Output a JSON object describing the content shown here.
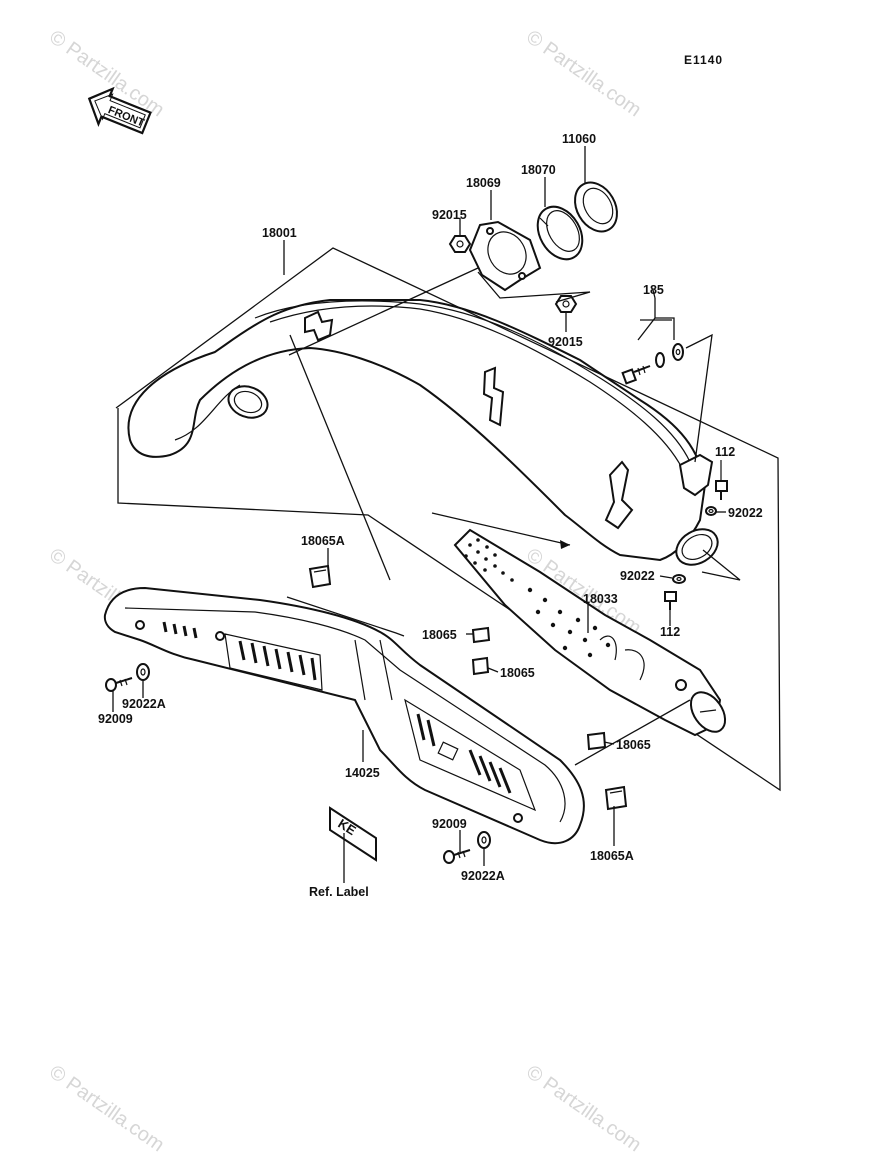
{
  "diagram_code": "E1140",
  "front_label": "FRONT",
  "ref_label_caption": "Ref. Label",
  "ref_label_text": "KE",
  "watermark": "© Partzilla.com",
  "colors": {
    "ink": "#111111",
    "watermark": "#d6d6d6",
    "background": "#ffffff"
  },
  "parts": {
    "p18001": "18001",
    "p18069": "18069",
    "p18070": "18070",
    "p11060": "11060",
    "p92015_top": "92015",
    "p92015_bottom": "92015",
    "p185": "185",
    "p112_top": "112",
    "p92022_right": "92022",
    "p92022_lower": "92022",
    "p112_bottom": "112",
    "p18033": "18033",
    "p18065A_top": "18065A",
    "p18065_a": "18065",
    "p18065_b": "18065",
    "p18065_c": "18065",
    "p18065A_bottom": "18065A",
    "p92022A_left": "92022A",
    "p92009_left": "92009",
    "p14025": "14025",
    "p92009_bottom": "92009",
    "p92022A_bottom": "92022A"
  }
}
